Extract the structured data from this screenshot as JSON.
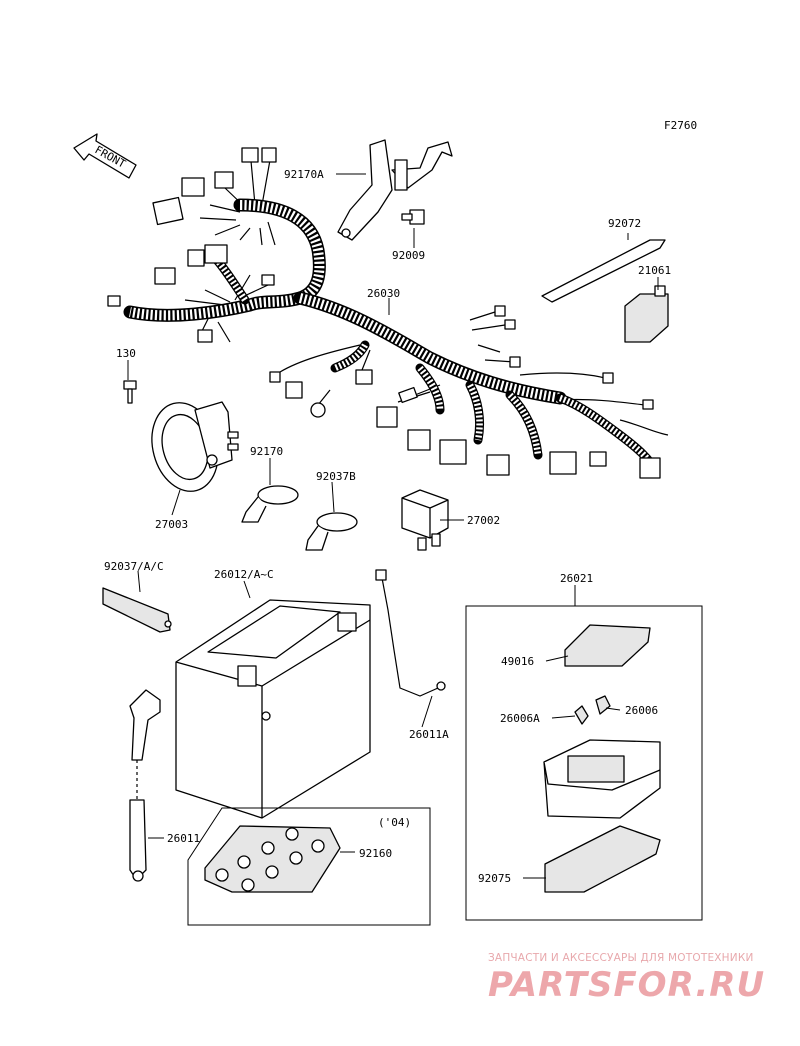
{
  "figure_code": "F2760",
  "front_label": "FRONT",
  "callouts": {
    "p92170A": "92170A",
    "p92009": "92009",
    "p92072": "92072",
    "p21061": "21061",
    "p26030": "26030",
    "p130": "130",
    "p92170": "92170",
    "p92037B": "92037B",
    "p27003": "27003",
    "p27002": "27002",
    "p92037AC": "92037/A/C",
    "p26012AC": "26012/A~C",
    "p26021": "26021",
    "p49016": "49016",
    "p26006": "26006",
    "p26006A": "26006A",
    "p26011A": "26011A",
    "p26011": "26011",
    "p92160": "92160",
    "p92075": "92075",
    "year_note": "('04)"
  },
  "watermark": {
    "title": "ЗАПЧАСТИ И АКСЕССУАРЫ ДЛЯ МОТОТЕХНИКИ",
    "logo": "PARTSFOR.RU"
  }
}
